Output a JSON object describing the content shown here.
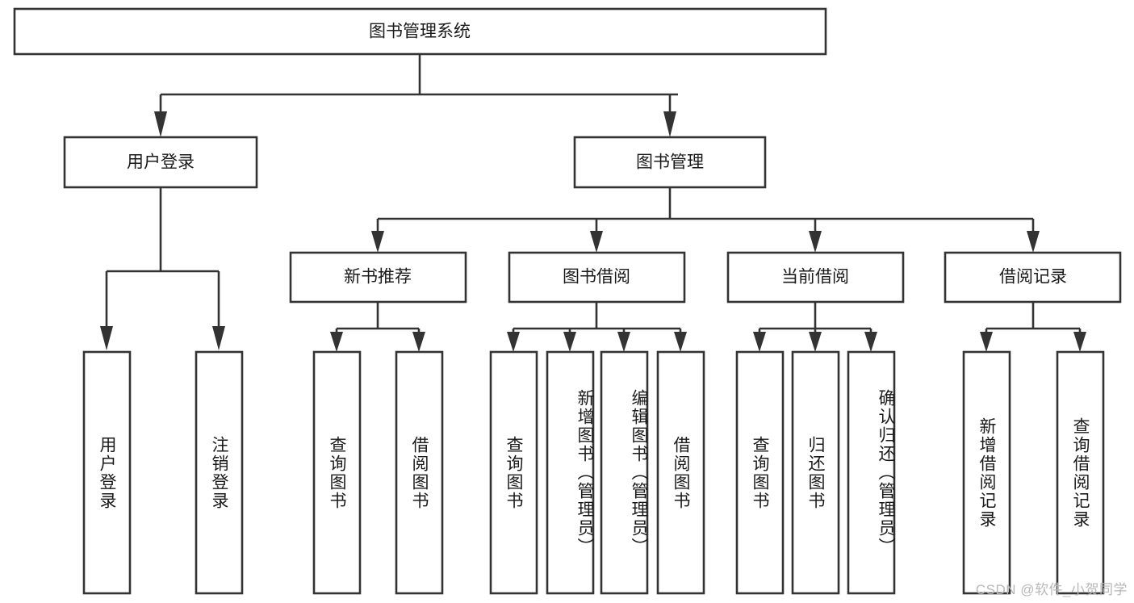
{
  "diagram": {
    "type": "tree-hierarchy",
    "title": "图书管理系统",
    "orientation": "top-down",
    "colors": {
      "box_stroke": "#333333",
      "box_fill": "#ffffff",
      "text": "#1a1a1a",
      "background": "#ffffff",
      "watermark": "#b8b8b8"
    },
    "levels": {
      "root": {
        "label": "图书管理系统"
      },
      "level2": [
        {
          "label": "用户登录"
        },
        {
          "label": "图书管理"
        }
      ],
      "level3": [
        {
          "label": "新书推荐",
          "parent": "图书管理"
        },
        {
          "label": "图书借阅",
          "parent": "图书管理"
        },
        {
          "label": "当前借阅",
          "parent": "图书管理"
        },
        {
          "label": "借阅记录",
          "parent": "图书管理"
        }
      ],
      "leaves": [
        {
          "label": "用户登录",
          "parent": "用户登录"
        },
        {
          "label": "注销登录",
          "parent": "用户登录"
        },
        {
          "label": "查询图书",
          "parent": "新书推荐"
        },
        {
          "label": "借阅图书",
          "parent": "新书推荐"
        },
        {
          "label": "查询图书",
          "parent": "图书借阅"
        },
        {
          "label": "新增图书（管理员）",
          "parent": "图书借阅"
        },
        {
          "label": "编辑图书（管理员）",
          "parent": "图书借阅"
        },
        {
          "label": "借阅图书",
          "parent": "图书借阅"
        },
        {
          "label": "查询图书",
          "parent": "当前借阅"
        },
        {
          "label": "归还图书",
          "parent": "当前借阅"
        },
        {
          "label": "确认归还（管理员）",
          "parent": "当前借阅"
        },
        {
          "label": "新增借阅记录",
          "parent": "借阅记录"
        },
        {
          "label": "查询借阅记录",
          "parent": "借阅记录"
        }
      ]
    },
    "watermark": "CSDN @软件_小贺同学"
  }
}
